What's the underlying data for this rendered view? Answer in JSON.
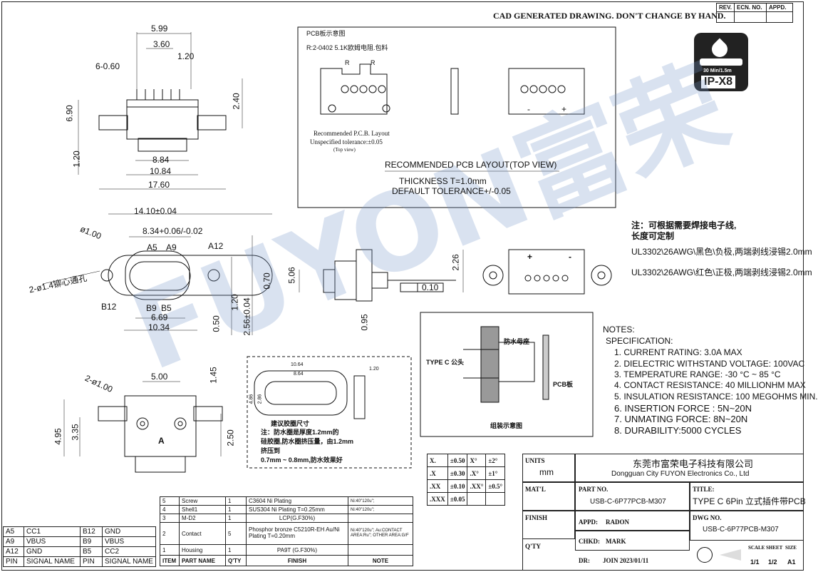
{
  "header": {
    "notice": "CAD GENERATED DRAWING. DON'T CHANGE BY HAND.",
    "rev_cols": [
      "REV.",
      "ECN. NO.",
      "APPD."
    ]
  },
  "badge": {
    "depth": "30 Min/1.5m",
    "rating": "IP-X8"
  },
  "watermark": "FUYON富荣",
  "top_view_dims": {
    "d1": "5.99",
    "d2": "3.60",
    "d3": "6-0.60",
    "d4": "1.20",
    "d5": "6.90",
    "d6": "2.40",
    "d7": "1.20",
    "d8": "8.84",
    "d9": "10.84",
    "d10": "17.60"
  },
  "pcb_panel": {
    "title": "PCB板示意图",
    "resistor": "R:2-0402  5.1K欧姆电阻.包料",
    "r_label": "R",
    "note1": "Recommended P.C.B. Layout",
    "note2": "Unspecified tolerance:±0.05",
    "note3": "(Top view)",
    "heading": "RECOMMENDED PCB LAYOUT(TOP VIEW)",
    "thickness": "THICKNESS T=1.0mm",
    "tolerance": "DEFAULT TOLERANCE+/-0.05",
    "minus": "-",
    "plus": "+"
  },
  "front_view_dims": {
    "d1": "14.10±0.04",
    "d2": "8.34+0.06/-0.02",
    "d3": "ø1.00",
    "a5": "A5",
    "a9": "A9",
    "a12": "A12",
    "hole": "2-ø1.4铆心通孔",
    "b12": "B12",
    "b9": "B9",
    "b5": "B5",
    "d4": "6.69",
    "d5": "10.34",
    "d6": "0.70",
    "d7": "1.20",
    "d8": "2.56±0.04",
    "d9": "0.50"
  },
  "side_view_dims": {
    "d1": "5.06",
    "d2": "2.26",
    "d3": "0.10",
    "d4": "0.95"
  },
  "wire_notes": {
    "line1": "注：可根据需要焊接电子线,",
    "line2": "长度可定制",
    "wire1": "UL3302\\26AWG\\黑色\\负极,两端剥线浸锡2.0mm",
    "wire2": "UL3302\\26AWG\\红色\\正极,两端剥线浸锡2.0mm",
    "plus": "+",
    "minus": "-"
  },
  "assembly": {
    "cap": "TYPE C 公头",
    "seat": "防水母座",
    "pcb": "PCB板",
    "title": "组装示意图"
  },
  "notes": {
    "title": "NOTES:",
    "spec": "SPECIFICATION:",
    "items": [
      "1. CURRENT RATING: 3.0A MAX",
      "2. DIELECTRIC WITHSTAND VOLTAGE: 100VAC",
      "3. TEMPERATURE RANGE: -30 °C ~ 85 °C",
      "4. CONTACT RESISTANCE: 40 MILLIONHM MAX",
      "5. INSULATION RESISTANCE: 100 MEGOHMS MIN.",
      "6. INSERTION FORCE : 5N~20N",
      "7. UNMATING FORCE: 8N~20N",
      "8. DURABILITY:5000 CYCLES"
    ]
  },
  "bottom_view_dims": {
    "d1": "5.00",
    "d2": "1.45",
    "d3": "2-ø1.00",
    "d4": "4.95",
    "d5": "3.35",
    "d6": "2.50",
    "mark": "A"
  },
  "gasket": {
    "d1": "10.64",
    "d2": "8.64",
    "d3": "1.20",
    "d4": "2.86",
    "d5": "4.86",
    "title": "建议胶圈尺寸",
    "n1": "注：防水圈是厚度1.2mm的",
    "n2": "硅胶圈,防水圈挤压量，由1.2mm",
    "n3": "挤压到",
    "n4": "0.7mm ~ 0.8mm,防水效果好"
  },
  "tolerance": {
    "rows": [
      [
        "X.",
        "±0.50",
        "X°",
        "±2°"
      ],
      [
        ".X",
        "±0.30",
        ".X°",
        "±1°"
      ],
      [
        ".XX",
        "±0.10",
        ".XX°",
        "±0.5°"
      ],
      [
        ".XXX",
        "±0.05",
        "",
        ""
      ]
    ]
  },
  "title_block": {
    "units": "UNITS",
    "units_val": "mm",
    "company_cn": "东莞市富荣电子科技有限公司",
    "company_en": "Dongguan City FUYON Electronics Co., Ltd",
    "matl": "MAT'L",
    "finish": "FINISH",
    "qty": "Q'TY",
    "part_no_l": "PART NO.",
    "part_no": "USB-C-6P77PCB-M307",
    "appd_l": "APPD:",
    "appd": "RADON",
    "chkd_l": "CHKD:",
    "chkd": "MARK",
    "dr_l": "DR:",
    "dr": "JOIN 2023/01/11",
    "title_l": "TITLE:",
    "title": "TYPE C 6Pin 立式插件带PCB",
    "dwg_l": "DWG NO.",
    "dwg": "USB-C-6P77PCB-M307",
    "scale_h": [
      "SCALE",
      "SHEET",
      "SIZE"
    ],
    "scale_v": [
      "1/1",
      "1/2",
      "A1"
    ]
  },
  "bom": {
    "rows": [
      [
        "5",
        "Screw",
        "1",
        "C3604  Ni   Plating",
        "Ni:40''120u'';"
      ],
      [
        "4",
        "Shell1",
        "1",
        "SUS304  Ni   Plating  T=0.25mm",
        "Ni:40''120u'';"
      ],
      [
        "3",
        "M-D2",
        "1",
        "LCP(G.F30%)",
        ""
      ],
      [
        "2",
        "Contact",
        "5",
        "Phosphor bronze C5210R-EH Au/Ni  Plating  T=0.20mm",
        "Ni:40''120u''; Au:CONTACT AREA:Ru''; OTHER AREA:G/F"
      ],
      [
        "1",
        "Housing",
        "1",
        "PA9T (G.F30%)",
        ""
      ]
    ],
    "head": [
      "ITEM",
      "PART  NAME",
      "Q'TY",
      "FINISH",
      "NOTE"
    ]
  },
  "pins": {
    "rows": [
      [
        "A5",
        "CC1",
        "B12",
        "GND"
      ],
      [
        "A9",
        "VBUS",
        "B9",
        "VBUS"
      ],
      [
        "A12",
        "GND",
        "B5",
        "CC2"
      ]
    ],
    "head": [
      "PIN",
      "SIGNAL NAME",
      "PIN",
      "SIGNAL NAME"
    ]
  }
}
